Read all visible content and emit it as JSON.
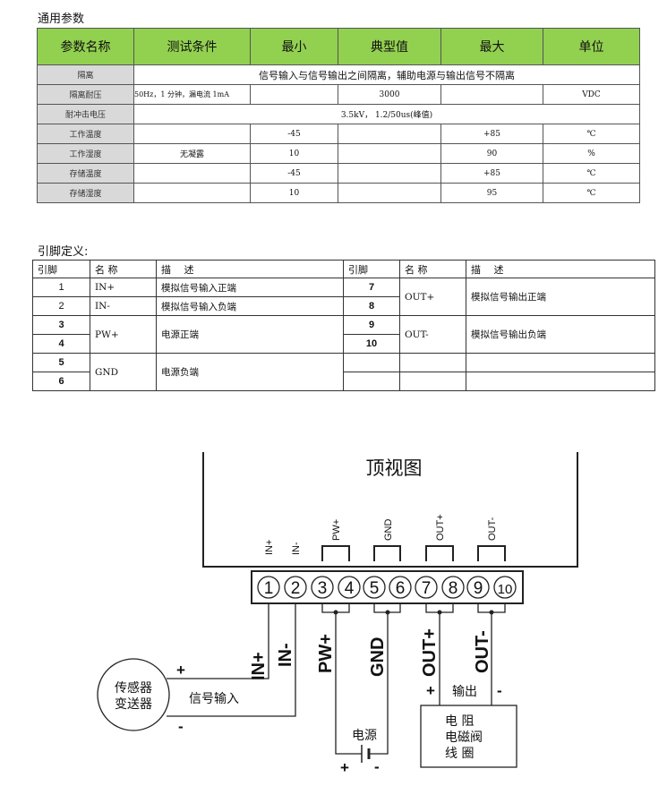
{
  "params_title": "通用参数",
  "params_table": {
    "headers": [
      "参数名称",
      "测试条件",
      "最小",
      "典型值",
      "最大",
      "单位"
    ],
    "rows": [
      {
        "name": "隔离",
        "span_text": "信号输入与信号输出之间隔离，辅助电源与输出信号不隔离"
      },
      {
        "name": "隔离耐压",
        "condition": "50Hz，1 分钟，漏电流 1mA",
        "min": "",
        "typ": "3000",
        "max": "",
        "unit": "VDC"
      },
      {
        "name": "耐冲击电压",
        "span_text": "3.5kV， 1.2/50us(峰值)"
      },
      {
        "name": "工作温度",
        "condition": "",
        "min": "-45",
        "typ": "",
        "max": "+85",
        "unit": "℃"
      },
      {
        "name": "工作湿度",
        "condition": "无凝露",
        "min": "10",
        "typ": "",
        "max": "90",
        "unit": "%"
      },
      {
        "name": "存储温度",
        "condition": "",
        "min": "-45",
        "typ": "",
        "max": "+85",
        "unit": "℃"
      },
      {
        "name": "存储湿度",
        "condition": "",
        "min": "10",
        "typ": "",
        "max": "95",
        "unit": "℃"
      }
    ]
  },
  "pins_title": "引脚定义:",
  "pins_table": {
    "headers": [
      "引脚",
      "名 称",
      "描　 述",
      "引脚",
      "名 称",
      "描　 述"
    ],
    "left_pins": [
      "1",
      "2",
      "3",
      "4",
      "5",
      "6"
    ],
    "left_groups": [
      {
        "name": "IN+",
        "desc": "模拟信号输入正端"
      },
      {
        "name": "IN-",
        "desc": "模拟信号输入负端"
      },
      {
        "name": "PW+",
        "desc": "电源正端"
      },
      {
        "name": "GND",
        "desc": "电源负端"
      }
    ],
    "right_pins": [
      "7",
      "8",
      "9",
      "10"
    ],
    "right_groups": [
      {
        "name": "OUT+",
        "desc": "模拟信号输出正端"
      },
      {
        "name": "OUT-",
        "desc": "模拟信号输出负端"
      }
    ]
  },
  "diagram": {
    "top_view_label": "顶视图",
    "top_labels": {
      "in_plus": "IN+",
      "in_minus": "IN-",
      "pw_plus": "PW+",
      "gnd": "GND",
      "out_plus": "OUT+",
      "out_minus": "OUT-"
    },
    "terminal_numbers": [
      "1",
      "2",
      "3",
      "4",
      "5",
      "6",
      "7",
      "8",
      "9",
      "10"
    ],
    "bottom_labels": {
      "in_plus": "IN+",
      "in_minus": "IN-",
      "pw_plus": "PW+",
      "gnd": "GND",
      "out_plus": "OUT+",
      "out_minus": "OUT-"
    },
    "sensor_line1": "传感器",
    "sensor_line2": "变送器",
    "signal_input": "信号输入",
    "power": "电源",
    "output": "输出",
    "load_line1": "电 阻",
    "load_line2": "电磁阀",
    "load_line3": "线 圈",
    "plus": "+",
    "minus": "-"
  }
}
